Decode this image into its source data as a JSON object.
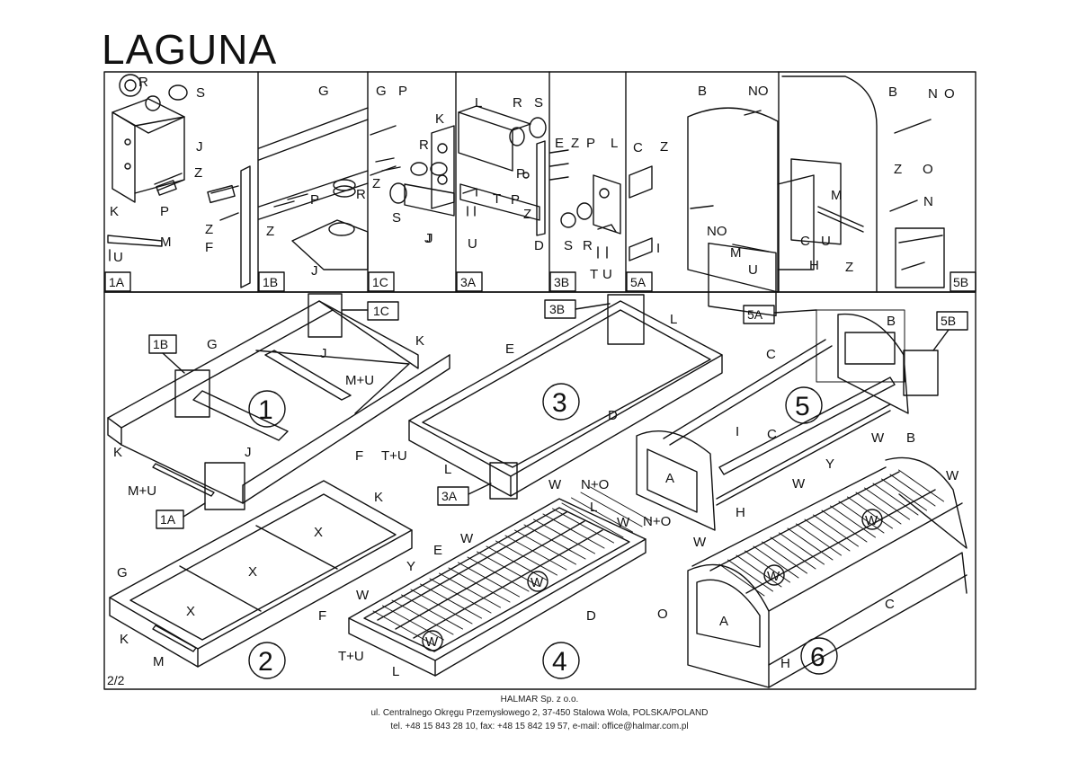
{
  "title": "LAGUNA",
  "page_number": "2/2",
  "panel_tags": [
    "1A",
    "1B",
    "1C",
    "3A",
    "3B",
    "5A",
    "5B"
  ],
  "steps": [
    "1",
    "2",
    "3",
    "4",
    "5",
    "6"
  ],
  "callouts": {
    "c1C": "1C",
    "c1B": "1B",
    "c1A": "1A",
    "c3B": "3B",
    "c3A": "3A",
    "c5A": "5A",
    "c5B": "5B"
  },
  "parts": {
    "B": "B",
    "C": "C",
    "D": "D",
    "E": "E",
    "F": "F",
    "G": "G",
    "H": "H",
    "I": "I",
    "J": "J",
    "K": "K",
    "L": "L",
    "M": "M",
    "N": "N",
    "O": "O",
    "P": "P",
    "R": "R",
    "S": "S",
    "T": "T",
    "U": "U",
    "W": "W",
    "X": "X",
    "Y": "Y",
    "Z": "Z",
    "A": "A",
    "NO": "NO",
    "MU": "M+U",
    "TU": "T+U",
    "NplusO": "N+O"
  },
  "footer": {
    "company": "HALMAR Sp. z o.o.",
    "address": "ul. Centralnego Okręgu Przemysłowego 2, 37-450 Stalowa Wola, POLSKA/POLAND",
    "contact": "tel. +48 15 843 28 10, fax: +48 15 842 19 57, e-mail: office@halmar.com.pl"
  }
}
